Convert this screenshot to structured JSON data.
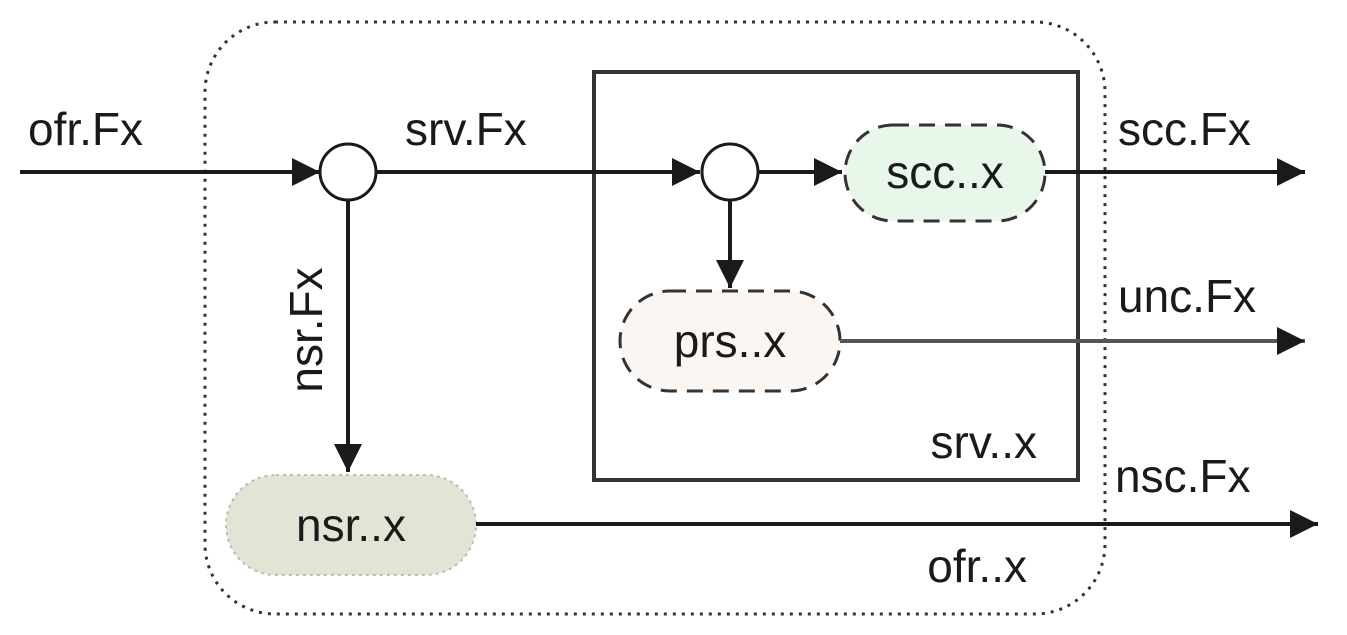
{
  "diagram": {
    "outer_box_label": "ofr..x",
    "inner_box_label": "srv..x",
    "flows": {
      "input": "ofr.Fx",
      "served": "srv.Fx",
      "not_served": "nsr.Fx",
      "out_scc": "scc.Fx",
      "out_unc": "unc.Fx",
      "out_nsc": "nsc.Fx"
    },
    "nodes": {
      "scc": "scc..x",
      "prs": "prs..x",
      "nsr": "nsr..x"
    },
    "colors": {
      "stroke": "#1a1a1a",
      "scc_fill": "#e9f6ea",
      "prs_fill": "#fbf6f2",
      "nsr_fill": "#e3e3d6"
    }
  }
}
